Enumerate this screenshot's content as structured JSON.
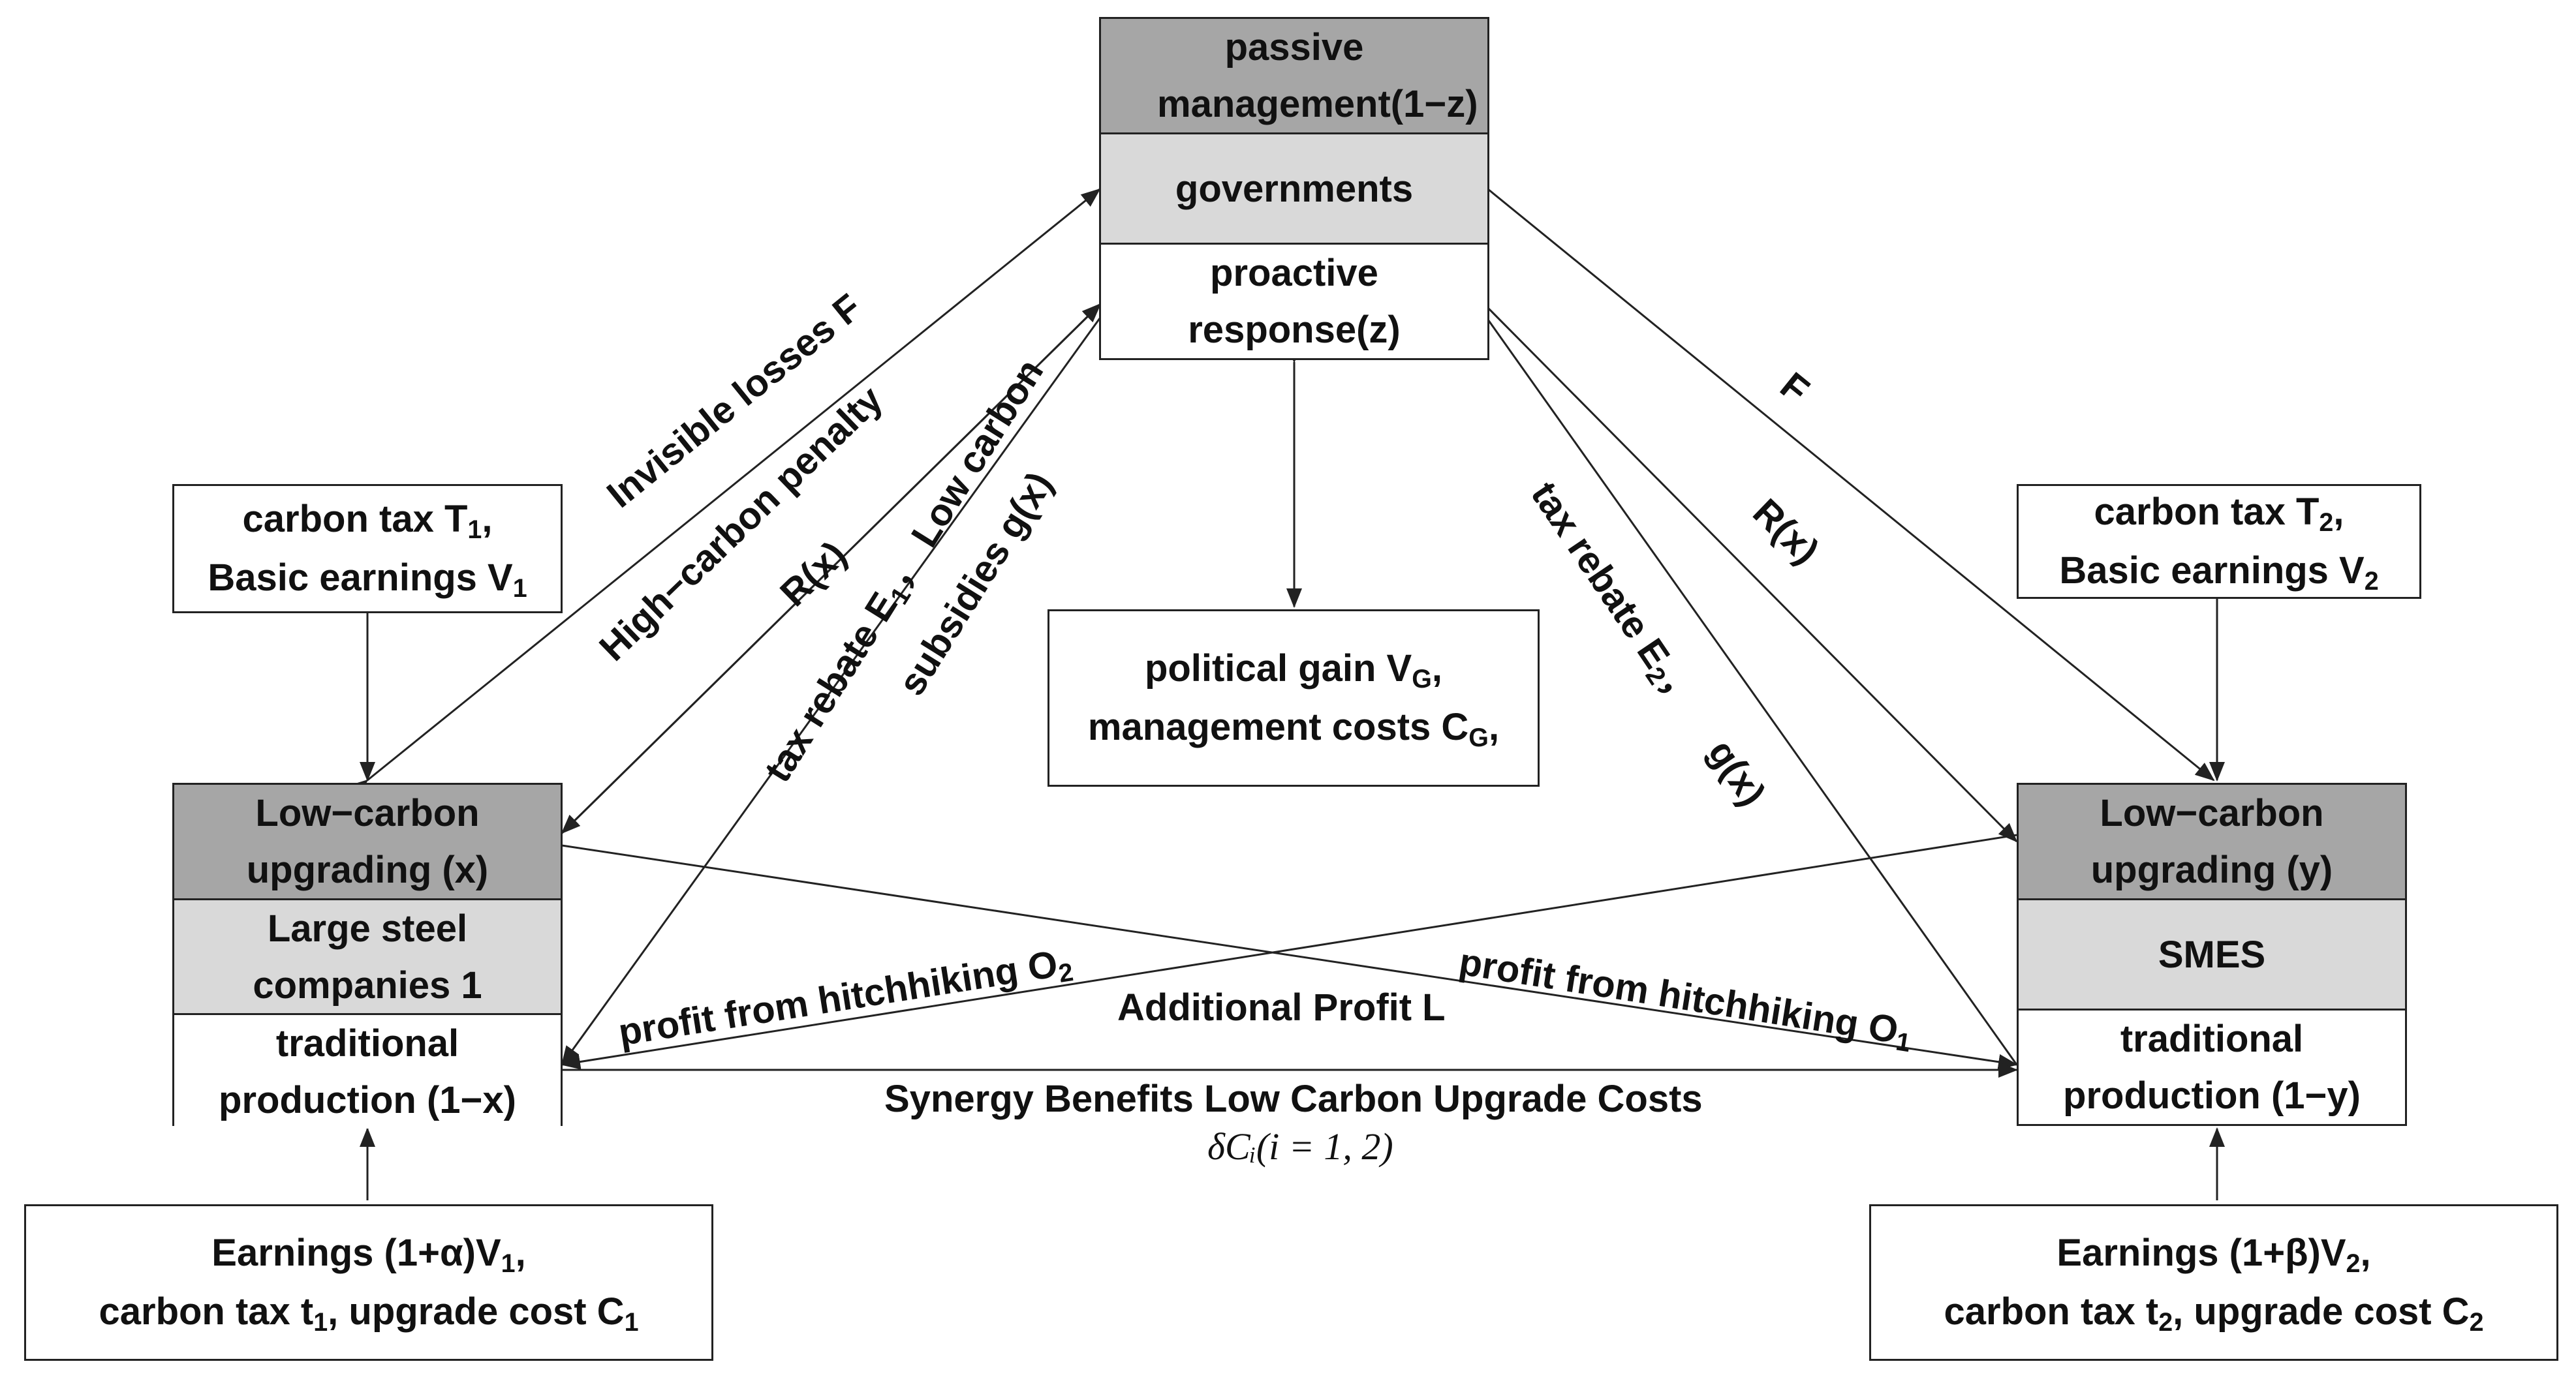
{
  "government": {
    "top": "passive management(1−z)",
    "middle": "governments",
    "bottom": "proactive response(z)"
  },
  "company1": {
    "top_line1": "Low−carbon",
    "top_line2": "upgrading (x)",
    "middle_line1": "Large steel",
    "middle_line2": "companies 1",
    "bottom_line1": "traditional",
    "bottom_line2": "production (1−x)"
  },
  "sme": {
    "top_line1": "Low−carbon",
    "top_line2": "upgrading (y)",
    "middle": "SMES",
    "bottom_line1": "traditional",
    "bottom_line2": "production (1−y)"
  },
  "info_left_top": {
    "line1": "carbon tax T",
    "line1_sub": "1",
    "line1_tail": ",",
    "line2": "Basic earnings V",
    "line2_sub": "1"
  },
  "info_right_top": {
    "line1": "carbon tax T",
    "line1_sub": "2",
    "line1_tail": ",",
    "line2": "Basic earnings V",
    "line2_sub": "2"
  },
  "info_center": {
    "line1": "political gain  V",
    "line1_sub": "G",
    "line1_tail": ",",
    "line2": "management costs C",
    "line2_sub": "G",
    "line2_tail": ","
  },
  "info_left_bottom": {
    "line1": "Earnings (1+α)V",
    "line1_sub": "1",
    "line1_tail": ",",
    "line2": "carbon tax  t",
    "line2_sub": "1",
    "line2_mid": ", upgrade cost  C",
    "line2_sub2": "1"
  },
  "info_right_bottom": {
    "line1": "Earnings (1+β)V",
    "line1_sub": "2",
    "line1_tail": ",",
    "line2": "carbon tax t",
    "line2_sub": "2",
    "line2_mid": ", upgrade cost C",
    "line2_sub2": "2"
  },
  "edge_labels": {
    "invisible_losses": "Invisible losses F",
    "high_carbon_penalty": "High−carbon penalty",
    "r_x_left": "R(x)",
    "tax_rebate_left": "tax rebate  E",
    "tax_rebate_left_sub": "1",
    "tax_rebate_left_tail": "， Low carbon",
    "subsidies": "subsidies g(x)",
    "f_right": "F",
    "r_x_right": "R(x)",
    "tax_rebate_right": "tax rebate E",
    "tax_rebate_right_sub": "2",
    "tax_rebate_right_tail": "，",
    "g_x_right": "g(x)",
    "hitchhiking_o2": "profit from hitchhiking O",
    "hitchhiking_o2_sub": "2",
    "hitchhiking_o1": "profit from hitchhiking O",
    "hitchhiking_o1_sub": "1",
    "additional_profit": "Additional Profit L",
    "synergy": "Synergy Benefits Low Carbon Upgrade Costs",
    "formula": "δCᵢ(i = 1, 2)"
  },
  "colors": {
    "dark_fill": "#a6a6a6",
    "light_fill": "#d9d9d9",
    "line": "#222222"
  }
}
